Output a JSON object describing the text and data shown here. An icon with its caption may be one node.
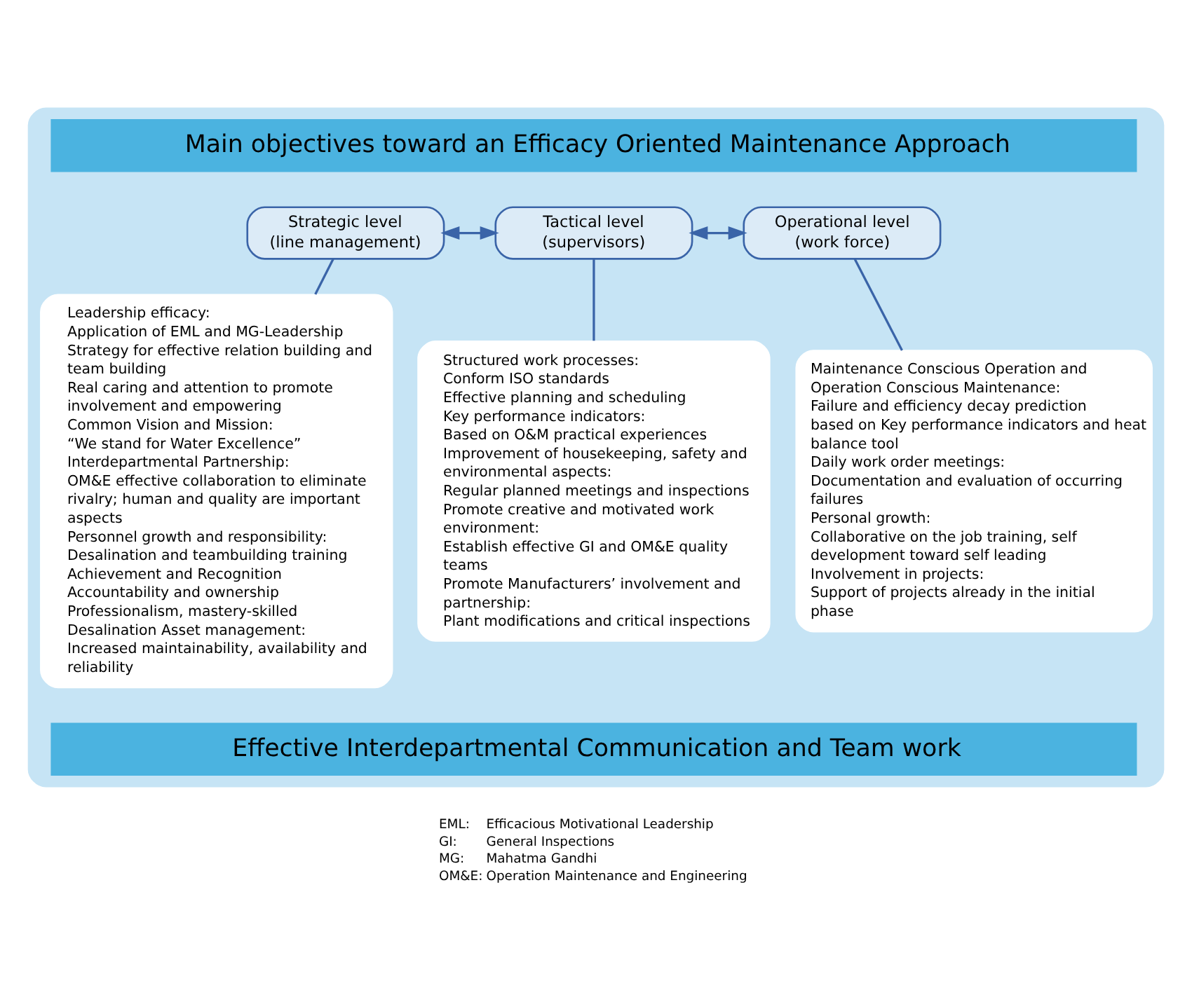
{
  "diagram": {
    "nodes": [
      {
        "text": [],
        "shape": "box"
      },
      {
        "text": [
          "Main objectives toward an Efficacy Oriented Maintenance Approach"
        ],
        "in": 0
      },
      {
        "text": [
          "Strategic level (line management)"
        ],
        "in": 0
      },
      {
        "text": [
          "Tactical level (supervisors)"
        ],
        "in": 0
      },
      {
        "text": [
          "Operational level (work force)"
        ],
        "in": 0
      },
      {
        "in": 0,
        "text": [
          "Leadership efficacy:",
          "Application of EML and MG-Leadership",
          "Strategy for effective relation building and team building",
          "Real caring and attention to promote involvement and empowering",
          "Common Vision and Mission:",
          "“We stand for Water Excellence”",
          "Interdepartmental Partnership:",
          "OM&E effective collaboration to eliminate rivalry; human and quality are important aspects",
          "Personnel growth and responsibility:",
          "Desalination and teambuilding training",
          "Achievement and Recognition",
          "Accountability and ownership",
          "Professionalism, mastery-skilled",
          "Desalination Asset management:",
          "Increased maintainability, availability and reliability"
        ]
      },
      {
        "in": 0,
        "text": [
          "Structured work processes:",
          "Conform ISO standards",
          "Effective planning and scheduling",
          "Key performance indicators:",
          "Based on O&M practical experiences",
          "Improvement of housekeeping, safety and environmental aspects:",
          "Regular planned meetings and inspections",
          "Promote creative and motivated work environment:",
          "Establish effective GI and OM&E quality teams",
          "Promote Manufacturers’ involvement and partnership:",
          "Plant modifications and critical inspections"
        ]
      },
      {
        "in": 0,
        "text": [
          "Maintenance Conscious Operation and Operation Conscious Maintenance:",
          "Failure and efficiency decay prediction based on Key performance indicators and heat balance tool",
          "Daily work order meetings:",
          "Documentation and evaluation of occurring failures",
          "Personal growth:",
          "Collaborative on the job training, self development toward self leading",
          "Involvement in projects:",
          "Support of projects already in the initial phase"
        ]
      },
      {
        "text": [
          "Effective Interdepartmental Communication and Team work"
        ],
        "in": 0
      }
    ],
    "edges": [
      {
        "from": 2,
        "to": 3,
        "arrow": "both"
      },
      {
        "from": 3,
        "to": 4,
        "arrow": "both"
      },
      {
        "from": 2,
        "to": 5,
        "arrow": "none"
      },
      {
        "from": 3,
        "to": 6,
        "arrow": "none"
      },
      {
        "from": 4,
        "to": 7,
        "arrow": "none"
      }
    ],
    "labels": [
      "EML:",
      "Efficacious Motivational Leadership",
      "GI:",
      "General Inspections",
      "MG:",
      "Mahatma Gandhi",
      "OM&E:",
      "Operation Maintenance and Engineering"
    ]
  }
}
